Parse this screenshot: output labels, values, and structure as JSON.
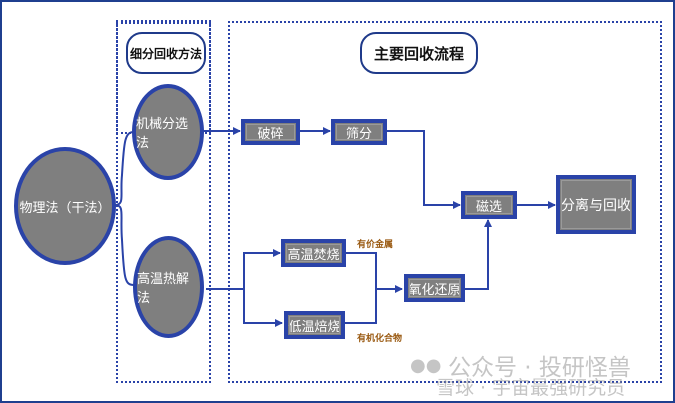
{
  "diagram": {
    "section_titles": {
      "methods": "细分回收方法",
      "process": "主要回收流程"
    },
    "root": "物理法（干法）",
    "methods": [
      "机械分选法",
      "高温热解法"
    ],
    "steps": {
      "crush": "破碎",
      "sieve": "筛分",
      "magnetic": "磁选",
      "separate": "分离与回收",
      "high_temp": "高温焚烧",
      "low_temp": "低温焙烧",
      "redox": "氧化还原"
    },
    "notes": {
      "valent_metal": "有价金属",
      "organic": "有机化合物"
    },
    "colors": {
      "node_fill": "#7f7f7f",
      "node_border": "#2a43a8",
      "note_text": "#9a5a12",
      "frame": "#1f3f8f"
    }
  },
  "watermark": {
    "line1": "公众号 · 投研怪兽",
    "line2": "雪球 · 宇宙最强研究员"
  }
}
